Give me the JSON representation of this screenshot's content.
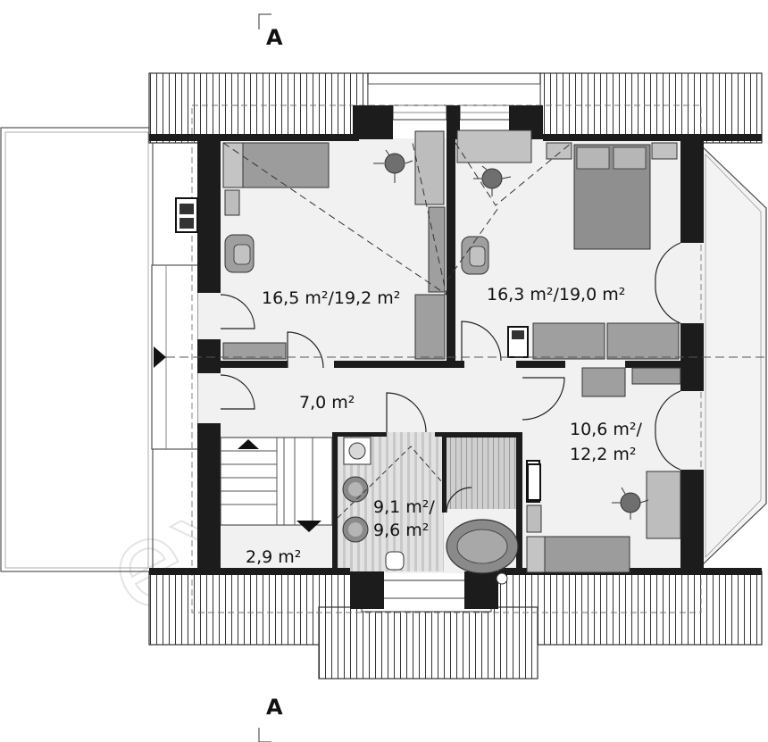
{
  "section_marker": "A",
  "watermark": "extradom",
  "rooms": {
    "bedroom_left": {
      "line1": "16,5 m²/19,2 m²"
    },
    "bedroom_right": {
      "line1": "16,3 m²/19,0 m²"
    },
    "hall": {
      "line1": "7,0 m²"
    },
    "bedroom_small": {
      "line1": "10,6 m²/",
      "line2": "12,2 m²"
    },
    "bathroom": {
      "line1": "9,1 m²/",
      "line2": "9,6 m²"
    },
    "storage": {
      "line1": "2,9 m²"
    }
  }
}
